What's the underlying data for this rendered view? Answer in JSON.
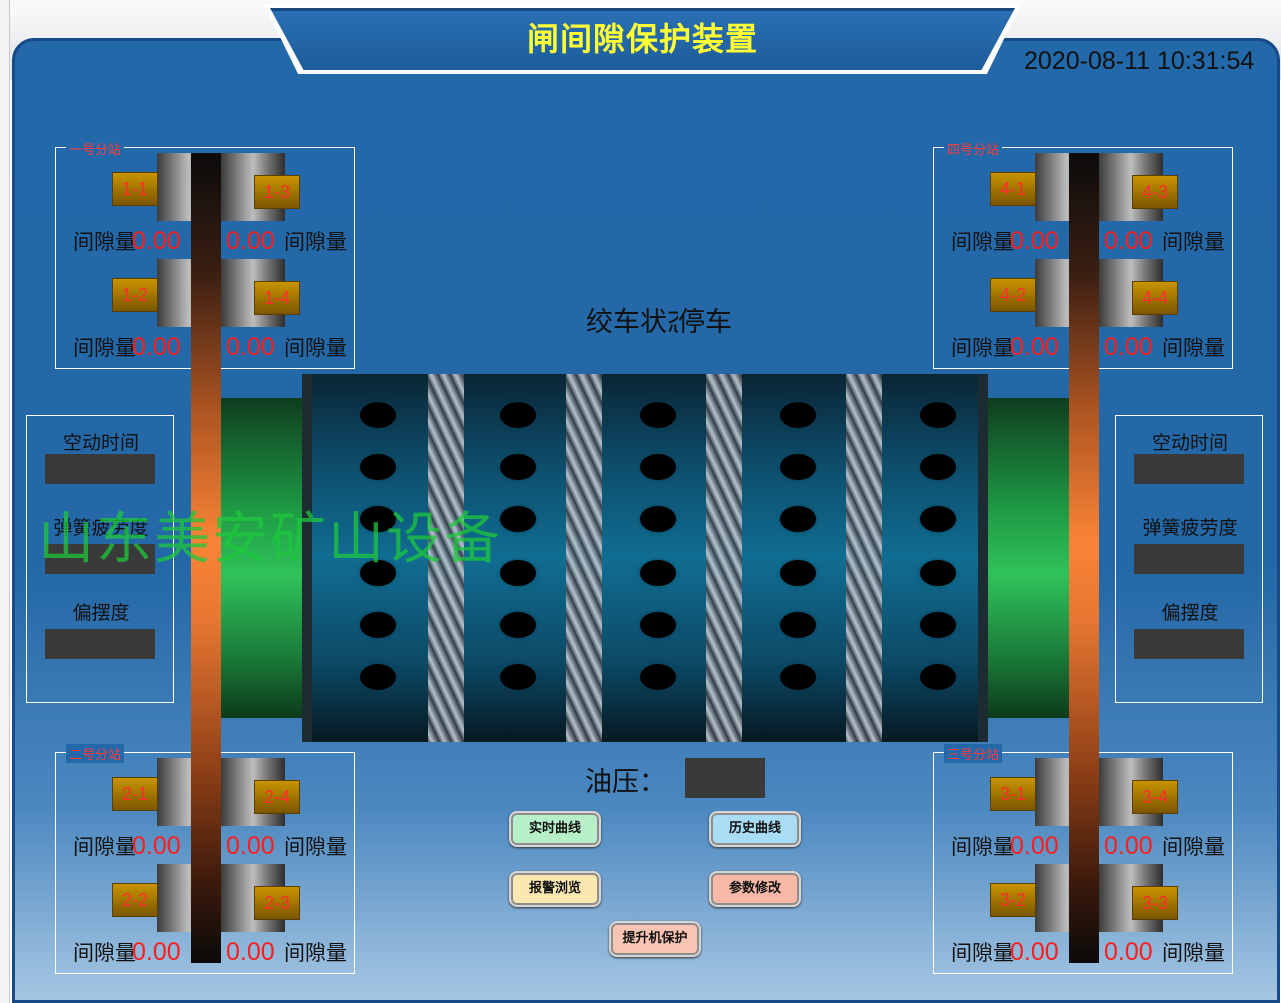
{
  "header": {
    "title": "闸间隙保护装置",
    "datetime": "2020-08-11 10:31:54"
  },
  "stations": [
    {
      "label": "一号分站",
      "sensors": [
        "1-1",
        "1-3",
        "1-2",
        "1-4"
      ],
      "gap_values": [
        "0.00",
        "0.00",
        "0.00",
        "0.00"
      ]
    },
    {
      "label": "四号分站",
      "sensors": [
        "4-1",
        "4-3",
        "4-2",
        "4-4"
      ],
      "gap_values": [
        "0.00",
        "0.00",
        "0.00",
        "0.00"
      ]
    },
    {
      "label": "二号分站",
      "sensors": [
        "2-1",
        "2-4",
        "2-2",
        "2-3"
      ],
      "gap_values": [
        "0.00",
        "0.00",
        "0.00",
        "0.00"
      ]
    },
    {
      "label": "三号分站",
      "sensors": [
        "3-1",
        "3-4",
        "3-2",
        "3-3"
      ],
      "gap_values": [
        "0.00",
        "0.00",
        "0.00",
        "0.00"
      ]
    }
  ],
  "gap_label": "间隙量",
  "left_panel": {
    "idle_time_label": "空动时间",
    "spring_fatigue_label": "弹簧疲劳度",
    "deflection_label": "偏摆度"
  },
  "right_panel": {
    "idle_time_label": "空动时间",
    "spring_fatigue_label": "弹簧疲劳度",
    "deflection_label": "偏摆度"
  },
  "winch_status": {
    "label": "绞车状态",
    "value": "停车"
  },
  "oil_pressure": {
    "label": "油压："
  },
  "buttons": {
    "realtime_curve": "实时曲线",
    "history_curve": "历史曲线",
    "alarm_browse": "报警浏览",
    "param_modify": "参数修改",
    "hoist_protect": "提升机保护"
  },
  "watermark": "山东美安矿山设备",
  "colors": {
    "panel_blue": "#2368a8",
    "title_yellow": "#ffff33",
    "value_red": "#ff1e1e",
    "station_label_red": "#ff3b3b",
    "watermark_green": "#1ec83c",
    "btn_realtime": "#b7f0c8",
    "btn_history": "#a9dcf5",
    "btn_alarm": "#fbe8b0",
    "btn_param": "#f8b8a8",
    "btn_hoist": "#f8c4b4"
  }
}
